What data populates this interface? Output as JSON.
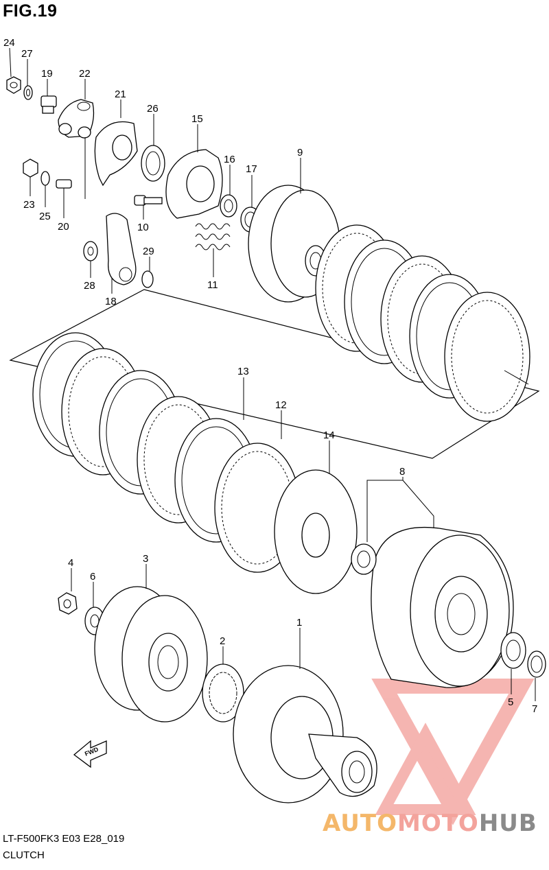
{
  "figure": {
    "title": "FIG.19",
    "code": "LT-F500FK3 E03 E28_019",
    "caption": "CLUTCH"
  },
  "watermark": {
    "part1": "AUTO",
    "part2": "MOTO",
    "part3": "HUB",
    "colors": {
      "triangle": "#f4a9a4",
      "auto": "#f4b76a",
      "moto": "#f3a39c",
      "hub": "#8a8a8a"
    }
  },
  "direction_badge": {
    "text": "FWD"
  },
  "callouts": {
    "p1": "1",
    "p2": "2",
    "p3": "3",
    "p4": "4",
    "p5": "5",
    "p6": "6",
    "p7": "7",
    "p8": "8",
    "p9": "9",
    "p10": "10",
    "p11": "11",
    "p12": "12",
    "p13": "13",
    "p14": "14",
    "p15": "15",
    "p16": "16",
    "p17": "17",
    "p18": "18",
    "p19": "19",
    "p20": "20",
    "p21": "21",
    "p22": "22",
    "p23": "23",
    "p24": "24",
    "p25": "25",
    "p26": "26",
    "p27": "27",
    "p28": "28",
    "p29": "29"
  }
}
